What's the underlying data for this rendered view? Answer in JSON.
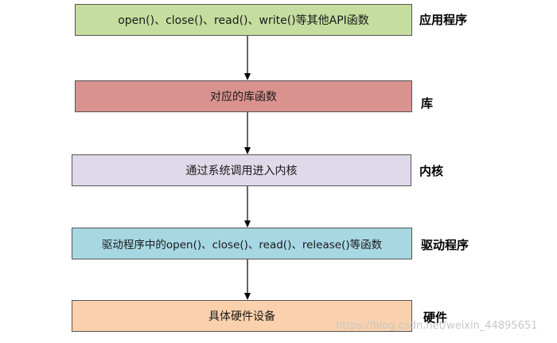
{
  "layers": [
    {
      "box_text": "open()、close()、read()、write()等其他API函数",
      "label": "应用程序",
      "fill": "#c5dd9e"
    },
    {
      "box_text": "对应的库函数",
      "label": "库",
      "fill": "#da928f"
    },
    {
      "box_text": "通过系统调用进入内核",
      "label": "内核",
      "fill": "#e0d9e9"
    },
    {
      "box_text": "驱动程序中的open()、close()、read()、release()等函数",
      "label": "驱动程序",
      "fill": "#a7d7e3"
    },
    {
      "box_text": "具体硬件设备",
      "label": "硬件",
      "fill": "#fad1ac"
    }
  ],
  "watermark": "https://blog.csdn.net/weixin_44895651"
}
